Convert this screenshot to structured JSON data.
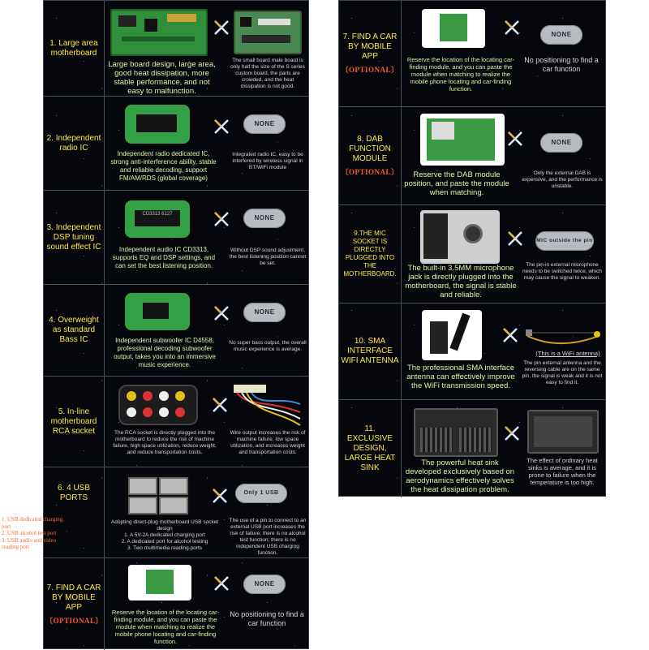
{
  "left_panel": {
    "rows": [
      {
        "label": "1. Large area motherboard",
        "good_desc": "Large board design, large area, good heat dissipation, more stable performance, and not easy to malfunction.",
        "bad_desc": "The small board male board is only half the size of the S series custom board, the parts are crowded, and the heat dissipation is not good."
      },
      {
        "label": "2. Independent radio IC",
        "none_label": "NONE",
        "good_desc": "Independent radio dedicated IC, strong anti-interference ability, stable and reliable decoding, support FM/AM/RDS (global coverage)",
        "bad_desc": "Integrated radio IC, easy to be interfered by wireless signal in BT/WiFi module"
      },
      {
        "label": "3. Independent DSP tuning sound effect IC",
        "none_label": "NONE",
        "chip_marking": "CD3313 6127",
        "good_desc": "Independent audio IC CD3313, supports EQ and DSP settings, and can set the best listening position.",
        "bad_desc": "Without DSP sound adjustment, the best listening position cannot be set."
      },
      {
        "label": "4. Overweight as standard Bass IC",
        "none_label": "NONE",
        "good_desc": "Independent subwoofer IC D4558, professional decoding subwoofer output, takes you into an immersive music experience.",
        "bad_desc": "No super bass output, the overall music experience is average."
      },
      {
        "label": "5. In-line motherboard RCA socket",
        "good_desc": "The RCA socket is directly plugged into the motherboard to reduce the risk of machine failure, high space utilization, reduce weight, and reduce transportation costs.",
        "bad_desc": "Wire output increases the risk of machine failure, low space utilization, and increases weight and transportation costs."
      },
      {
        "label": "6. 4 USB PORTS",
        "pill_label": "Only 1 USB",
        "usb_notes": [
          "1. USB dedicated charging port",
          "2. USB alcohol test port",
          "3. USB audio and video reading port"
        ],
        "good_desc": "Adopting direct-plug motherboard USB socket design\n1. A 5V-2A dedicated charging port\n2. A dedicated port for alcohol testing\n3. Two multimedia reading ports",
        "bad_desc": "The use of a pin to connect to an external USB port increases the risk of failure; there is no alcohol test function; there is no independent USB charging function."
      },
      {
        "label": "7. FIND A CAR BY MOBILE APP",
        "optional": "OPTIONAL",
        "none_label": "NONE",
        "good_desc": "Reserve the location of the locating car-finding module, and you can paste the module when matching to realize the mobile phone locating and car-finding function.",
        "bad_desc": "No positioning to find a car function"
      }
    ]
  },
  "right_panel": {
    "rows": [
      {
        "label": "7. FIND A CAR BY MOBILE APP",
        "optional": "OPTIONAL",
        "none_label": "NONE",
        "good_desc": "Reserve the location of the locating car-finding module, and you can paste the module when matching to realize the mobile phone locating and car-finding function.",
        "bad_desc": "No positioning to find a car function"
      },
      {
        "label": "8. DAB FUNCTION MODULE",
        "optional": "OPTIONAL",
        "none_label": "NONE",
        "good_desc": "Reserve the DAB module position, and paste the module when matching.",
        "bad_desc": "Only the external DAB is expensive, and the performance is unstable."
      },
      {
        "label": "9.THE MIC SOCKET IS DIRECTLY PLUGGED INTO THE MOTHERBOARD.",
        "pill_label": "MIC outside the pin",
        "good_desc": "The built-in 3.5MM microphone jack is directly plugged into the motherboard, the signal is stable and reliable.",
        "bad_desc": "The pin-in external microphone needs to be switched twice, which may cause the signal to weaken."
      },
      {
        "label": "10. SMA INTERFACE WIFI ANTENNA",
        "caption": "(This is a WiFi antenna)",
        "good_desc": "The professional SMA interface antenna can effectively improve the WiFi transmission speed.",
        "bad_desc": "The pin external antenna and the reversing cable are on the same pin, the signal is weak and it is not easy to find it."
      },
      {
        "label": "11. EXCLUSIVE DESIGN, LARGE HEAT SINK",
        "good_desc": "The powerful heat sink developed exclusively based on aerodynamics effectively solves the heat dissipation problem.",
        "bad_desc": "The effect of ordinary heat sinks is average, and it is prone to failure when the temperature is too high."
      }
    ]
  },
  "colors": {
    "label_yellow": "#ffe94a",
    "good_text": "#e0f6a8",
    "bad_text": "#d8d8d8",
    "optional_red": "#ff5a2a",
    "pcb_green": "#2f8f3a"
  }
}
